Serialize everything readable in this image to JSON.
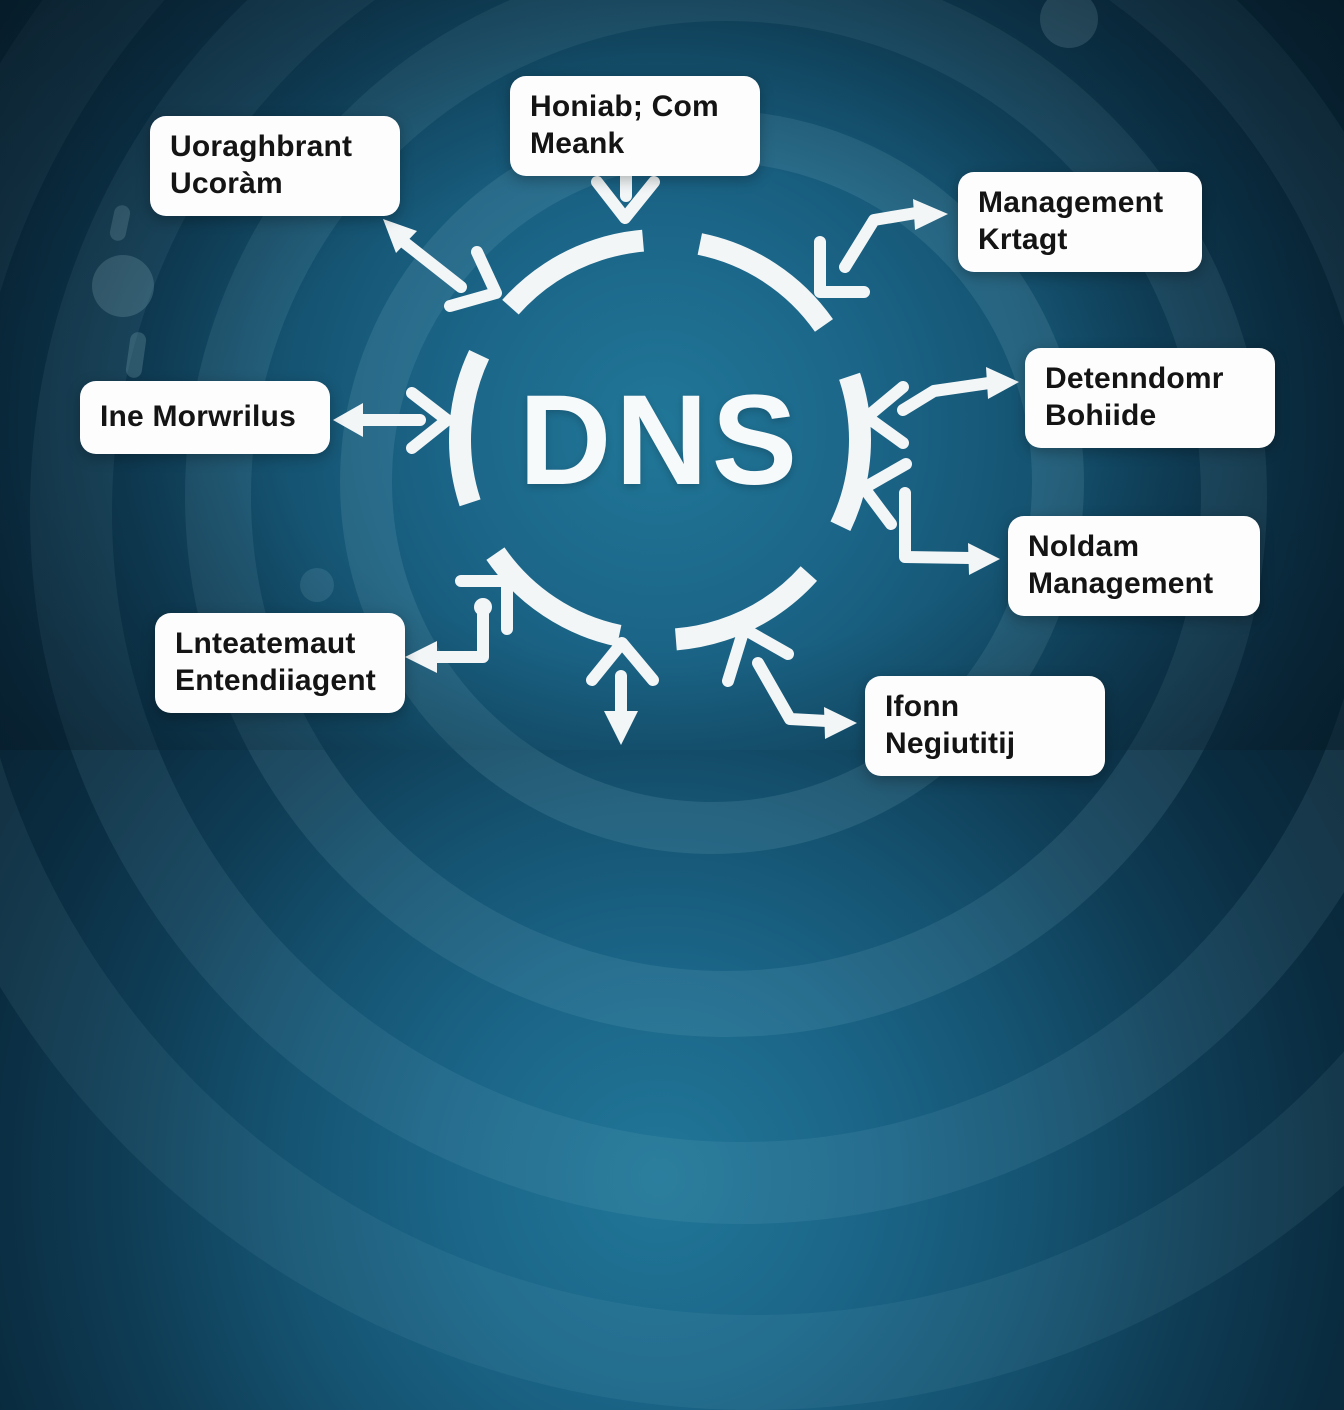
{
  "center": {
    "label": "DNS"
  },
  "nodes": {
    "top": {
      "line1": "Honiab; Com",
      "line2": "Meank"
    },
    "top_left": {
      "line1": "Uoraghbrant",
      "line2": "Ucoràm"
    },
    "right_top": {
      "line1": "Management",
      "line2": "Krtagt"
    },
    "left": {
      "line1": "Ine Morwrilus",
      "line2": ""
    },
    "right_mid": {
      "line1": "Detenndomr",
      "line2": "Bohiide"
    },
    "right_low": {
      "line1": "Noldam",
      "line2": "Management"
    },
    "bottom_left": {
      "line1": "Lnteatemaut",
      "line2": "Entendiiagent"
    },
    "bottom_right": {
      "line1": "Ifonn",
      "line2": "Negiutitij"
    }
  },
  "colors": {
    "background_center": "#217798",
    "background_edge": "#082434",
    "arc_band": "#96c6d4",
    "box_fill": "#fdfdfd",
    "box_text": "#141414",
    "arrow": "#f2f6f7"
  }
}
